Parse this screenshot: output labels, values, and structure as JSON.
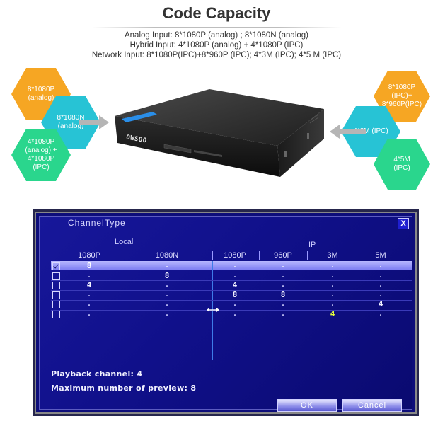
{
  "header": {
    "title": "Code Capacity",
    "specs": [
      "Analog Input: 8*1080P (analog) ; 8*1080N (analog)",
      "Hybrid Input: 4*1080P (analog) + 4*1080P (IPC)",
      "Network Input: 8*1080P(IPC)+8*960P (IPC); 4*3M (IPC); 4*5 M (IPC)"
    ]
  },
  "badges": {
    "left": [
      {
        "lines": [
          "8*1080P",
          "(analog)"
        ],
        "color": "#f6a623"
      },
      {
        "lines": [
          "8*1080N",
          "(analog)"
        ],
        "color": "#27c3d5"
      },
      {
        "lines": [
          "4*1080P",
          "(analog) +",
          "4*1080P",
          "(IPC)"
        ],
        "color": "#2ad68d"
      }
    ],
    "right": [
      {
        "lines": [
          "8*1080P",
          "(IPC)+",
          "8*960P(IPC)"
        ],
        "color": "#f6a623"
      },
      {
        "lines": [
          "4*3M (IPC)"
        ],
        "color": "#27c3d5"
      },
      {
        "lines": [
          "4*5M",
          "(IPC)"
        ],
        "color": "#2ad68d"
      }
    ]
  },
  "device": {
    "brand": "OWSOO"
  },
  "dialog": {
    "title": "ChannelType",
    "close_label": "X",
    "group_local": "Local",
    "group_ip": "IP",
    "columns": [
      "1080P",
      "1080N",
      "1080P",
      "960P",
      "3M",
      "5M"
    ],
    "rows": [
      {
        "checked": true,
        "cells": [
          "8",
          ".",
          ".",
          ".",
          ".",
          "."
        ]
      },
      {
        "checked": false,
        "cells": [
          ".",
          "8",
          ".",
          ".",
          ".",
          "."
        ]
      },
      {
        "checked": false,
        "cells": [
          "4",
          ".",
          "4",
          ".",
          ".",
          "."
        ]
      },
      {
        "checked": false,
        "cells": [
          ".",
          ".",
          "8",
          "8",
          ".",
          "."
        ]
      },
      {
        "checked": false,
        "cells": [
          ".",
          ".",
          ".",
          ".",
          ".",
          "4"
        ]
      },
      {
        "checked": false,
        "cells": [
          ".",
          ".",
          ".",
          ".",
          "4",
          "."
        ]
      }
    ],
    "highlight_cell": {
      "row": 5,
      "col": 4,
      "color": "#e6ff3a"
    },
    "playback_text": "Playback channel: 4",
    "preview_text": "Maximum number of preview: 8",
    "ok_label": "OK",
    "cancel_label": "Cancel"
  },
  "colors": {
    "orange": "#f6a623",
    "teal": "#27c3d5",
    "green": "#2ad68d",
    "screen_bg": "#10108a",
    "selected_row": "#9a9af8"
  }
}
